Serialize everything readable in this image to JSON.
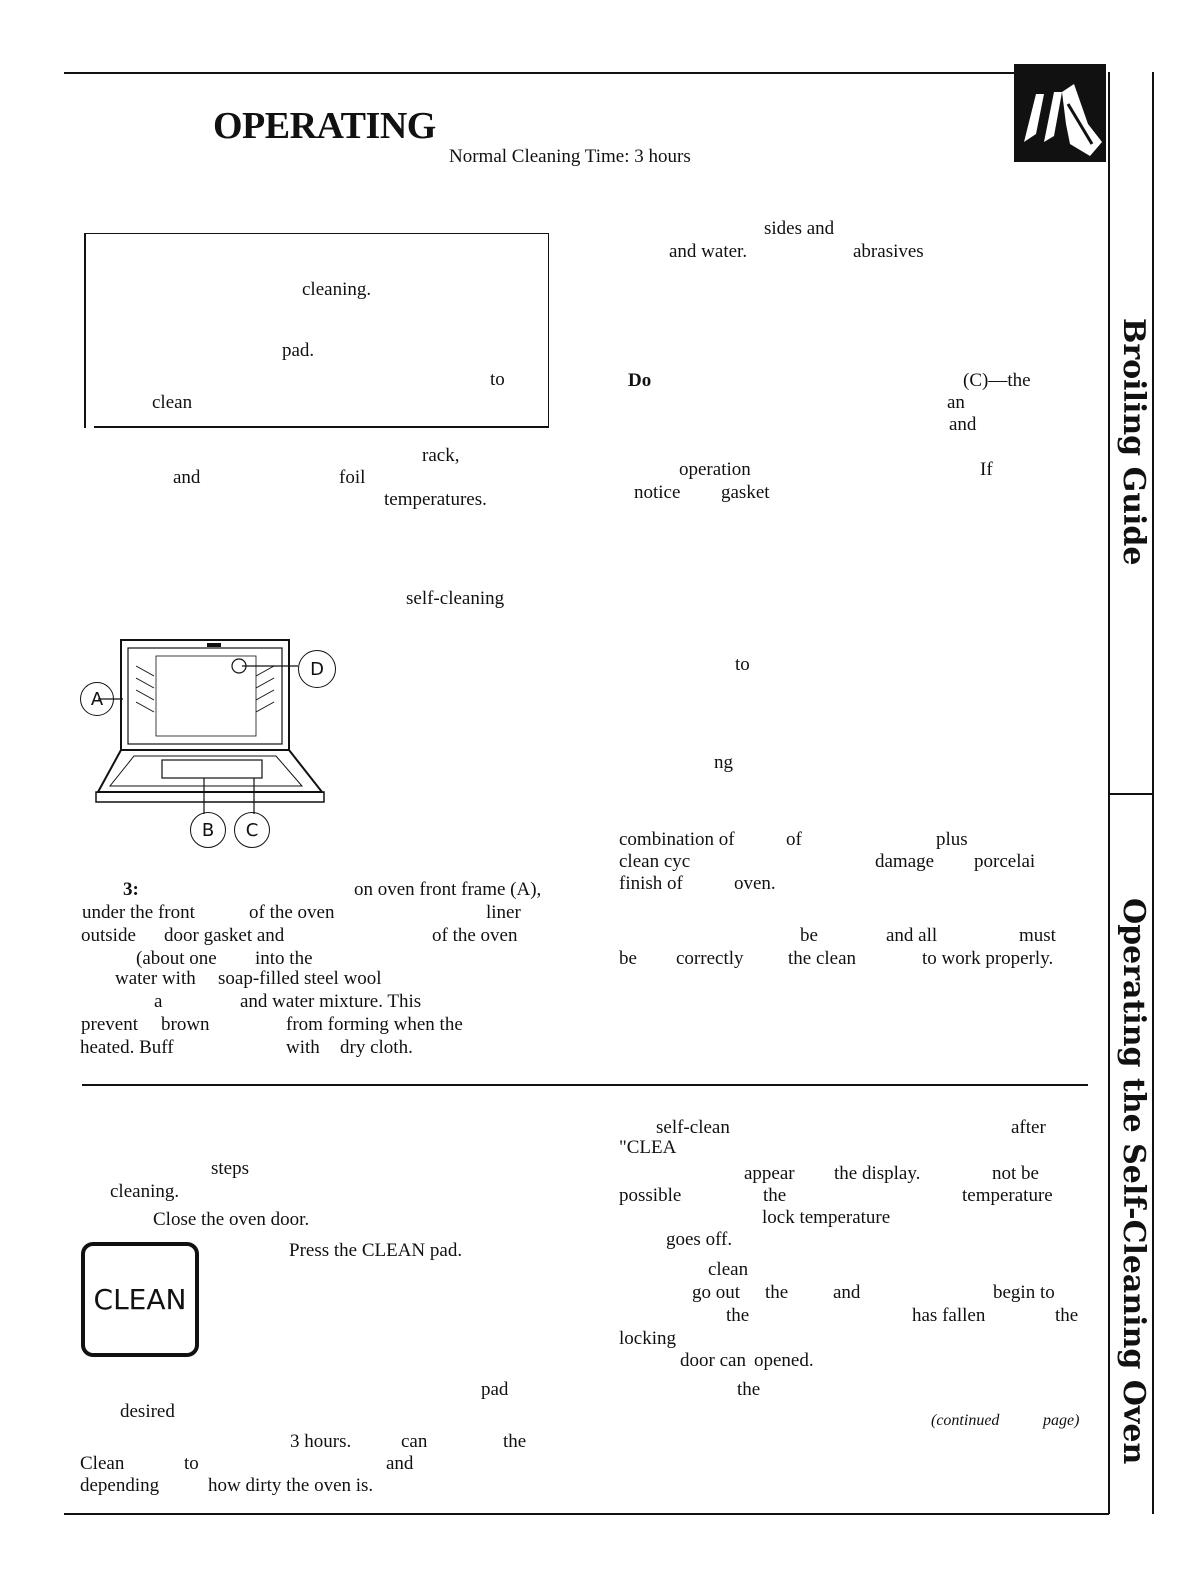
{
  "header": {
    "title": "OPERATING",
    "subtitle": "Normal Cleaning Time: 3 hours"
  },
  "box_text": [
    "cleaning.",
    "pad.",
    "to",
    "clean"
  ],
  "left_col_top": [
    "rack,",
    "and",
    "foil",
    "temperatures.",
    "self-cleaning"
  ],
  "diagram_labels": {
    "a": "A",
    "b": "B",
    "c": "C",
    "d": "D"
  },
  "step3": {
    "label": "3:",
    "lines": [
      "on oven front frame (A),",
      "under the front",
      "of the oven",
      "liner",
      "outside",
      "door gasket and",
      "of the oven",
      "(about one",
      "into the",
      "water with",
      "soap-filled steel wool",
      "a",
      "and water mixture. This",
      "prevent",
      "brown",
      "from forming when the",
      "heated. Buff",
      "with",
      "dry cloth."
    ]
  },
  "right_col_top": [
    "sides and",
    "and water.",
    "abrasives",
    "Do",
    "(C)—the",
    "an",
    "and",
    "operation",
    "If",
    "notice",
    "gasket",
    "to",
    "ng",
    "combination of",
    "of",
    "plus",
    "clean cyc",
    "damage",
    "porcelai",
    "finish of",
    "oven.",
    "be",
    "and all",
    "must",
    "be",
    "correctly",
    "the clean",
    "to work properly."
  ],
  "lower_left": {
    "steps": "steps",
    "cleaning": "cleaning.",
    "close_door": "Close the oven door.",
    "press_clean": "Press the CLEAN pad.",
    "key_label": "CLEAN",
    "pad": "pad",
    "desired": "desired",
    "hours": "3 hours.",
    "can": "can",
    "the": "the",
    "clean_word": "Clean",
    "to": "to",
    "and": "and",
    "depending": "depending",
    "how_dirty": "how dirty the oven is."
  },
  "lower_right": [
    "self-clean",
    "after",
    "\"CLEA",
    "appear",
    "the display.",
    "not be",
    "possible",
    "the",
    "temperature",
    "lock temperature",
    "goes off.",
    "clean",
    "go out",
    "the",
    "and",
    "begin to",
    "the",
    "has fallen",
    "the",
    "locking",
    "door can",
    "opened.",
    "the"
  ],
  "continued": "(continued",
  "continued_page": "page)",
  "side_tabs": {
    "top": "Broiling Guide",
    "bottom": "Operating the Self-Cleaning Oven"
  }
}
